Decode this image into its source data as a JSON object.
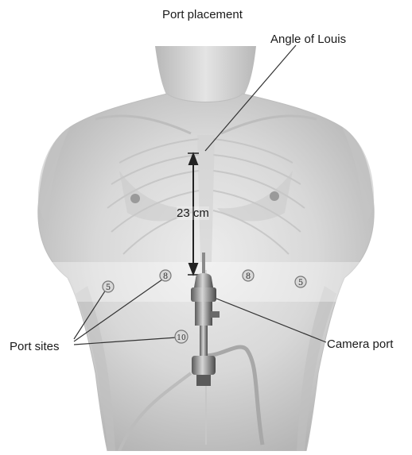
{
  "title": "Port placement",
  "labels": {
    "angle_of_louis": "Angle of Louis",
    "distance": "23 cm",
    "port_sites": "Port sites",
    "camera_port": "Camera port"
  },
  "port_markers": {
    "left_lateral": "5",
    "left_medial": "8",
    "right_medial": "8",
    "right_lateral": "5",
    "lower": "10"
  },
  "colors": {
    "skin_light": "#e6e6e6",
    "skin_mid": "#c9c9c9",
    "skin_shadow": "#a9a9a9",
    "line": "#333333",
    "marker_fill": "#d9d9d9",
    "instrument": "#8c8c8c"
  }
}
